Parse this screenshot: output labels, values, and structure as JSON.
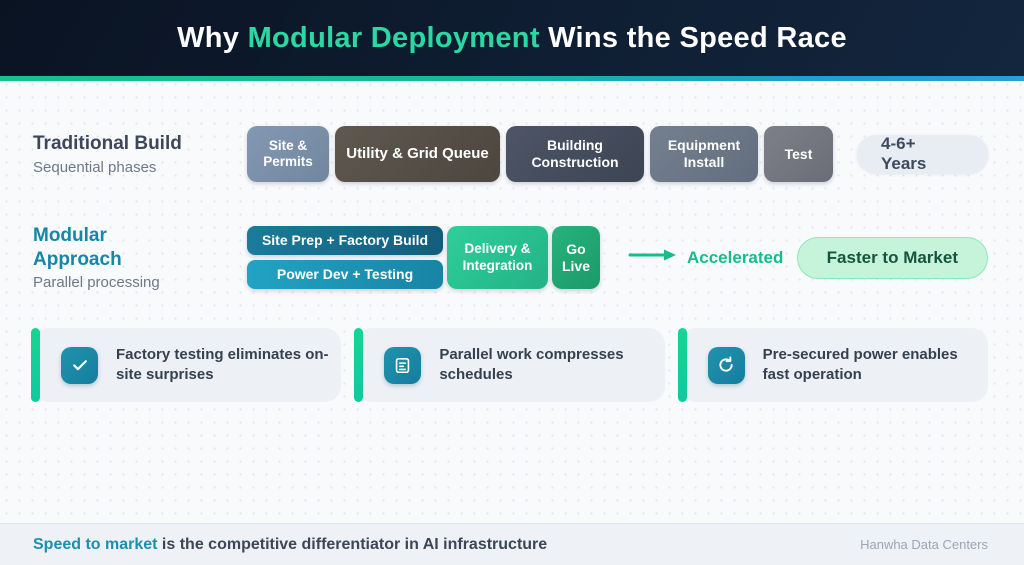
{
  "header": {
    "title_parts": {
      "prefix": "Why ",
      "highlight": "Modular Deployment",
      "suffix": " Wins the Speed Race"
    }
  },
  "traditional": {
    "title": "Traditional Build",
    "subtitle": "Sequential phases",
    "phases": [
      {
        "label": "Site & Permits"
      },
      {
        "label": "Utility & Grid Queue"
      },
      {
        "label": "Building Construction"
      },
      {
        "label": "Equipment Install"
      },
      {
        "label": "Test"
      }
    ],
    "duration_badge": "4-6+ Years"
  },
  "modular": {
    "title": "Modular Approach",
    "subtitle": "Parallel processing",
    "parallel_phases": [
      {
        "label": "Site Prep + Factory Build"
      },
      {
        "label": "Power Dev + Testing"
      }
    ],
    "final_phases": [
      {
        "label": "Delivery & Integration"
      },
      {
        "label": "Go Live"
      }
    ],
    "arrow_label": "Accelerated",
    "result_badge": "Faster to Market"
  },
  "benefits": [
    {
      "icon": "check-icon",
      "text": "Factory testing eliminates on-site surprises"
    },
    {
      "icon": "document-icon",
      "text": "Parallel work compresses schedules"
    },
    {
      "icon": "sync-icon",
      "text": "Pre-secured power enables fast operation"
    }
  ],
  "footer": {
    "highlight": "Speed to market",
    "rest": " is the competitive differentiator in AI infrastructure",
    "brand": "Hanwha Data Centers"
  },
  "colors": {
    "header_bg": "#0e1c30",
    "title_highlight": "#2ad9a2",
    "accent_gradient_left": "#12c48b",
    "accent_gradient_right": "#2a9fd8",
    "traditional_title": "#3c4759",
    "modular_title": "#1587a9",
    "phase_site_permits": "#7e92ae",
    "phase_utility": "#565048",
    "phase_building": "#454d5e",
    "phase_equipment": "#6b7689",
    "phase_test": "#757883",
    "phase_site_prep": "#176b8b",
    "phase_power_dev": "#1d94b5",
    "phase_delivery": "#29c191",
    "phase_go_live": "#21a473",
    "arrow_green": "#14bd8d",
    "duration_badge_bg": "#e8edf4",
    "result_badge_bg": "#c6f4da",
    "result_badge_text": "#15543f",
    "benefit_icon_bg": "#1d87a5",
    "card_bg": "#edf1f6",
    "card_accent": "#14cf99",
    "footer_highlight": "#1b8fad"
  }
}
